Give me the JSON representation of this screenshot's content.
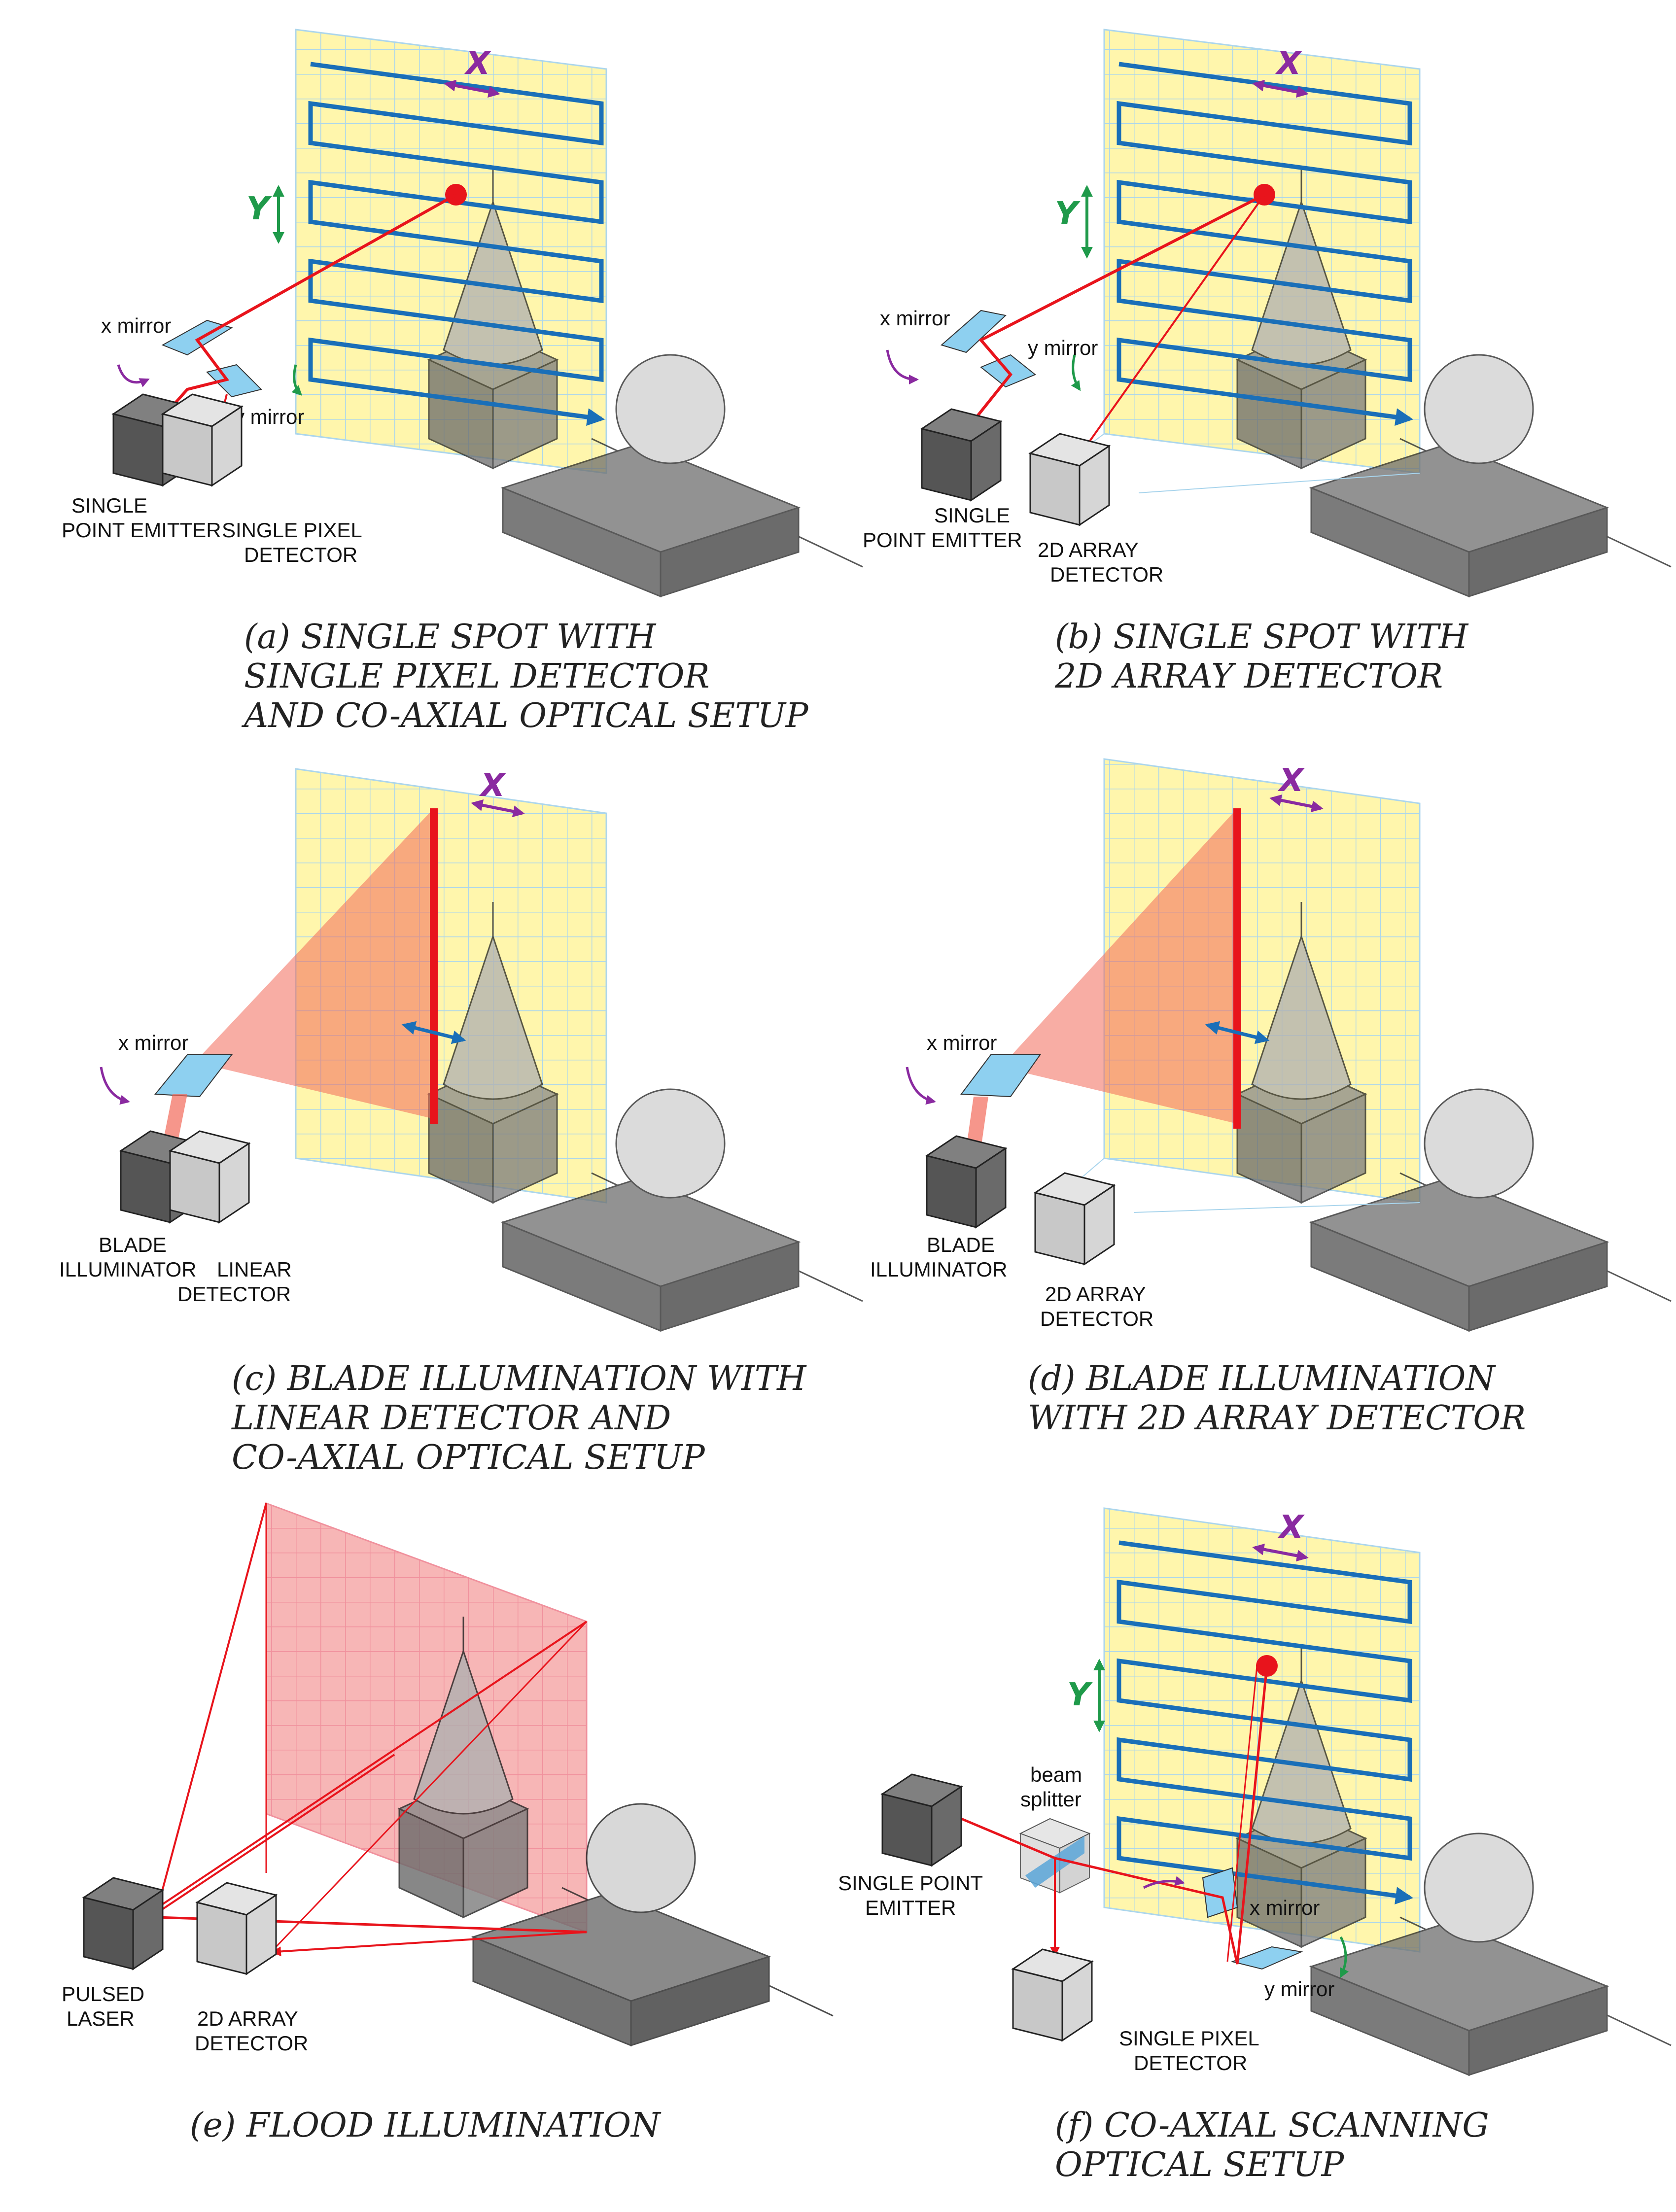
{
  "panels": {
    "a": {
      "caption": [
        "(a) SINGLE SPOT WITH",
        "SINGLE PIXEL DETECTOR",
        "AND CO-AXIAL OPTICAL SETUP"
      ],
      "labels": {
        "x_axis": "X",
        "y_axis": "Y",
        "x_mirror": "x mirror",
        "y_mirror": "y mirror",
        "emitter": [
          "SINGLE",
          "POINT EMITTER"
        ],
        "detector": [
          "SINGLE PIXEL",
          "DETECTOR"
        ]
      }
    },
    "b": {
      "caption": [
        "(b) SINGLE SPOT WITH",
        "2D ARRAY DETECTOR"
      ],
      "labels": {
        "x_axis": "X",
        "y_axis": "Y",
        "x_mirror": "x mirror",
        "y_mirror": "y mirror",
        "emitter": [
          "SINGLE",
          "POINT EMITTER"
        ],
        "detector": [
          "2D ARRAY",
          "DETECTOR"
        ]
      }
    },
    "c": {
      "caption": [
        "(c) BLADE ILLUMINATION WITH",
        "LINEAR DETECTOR AND",
        "CO-AXIAL OPTICAL SETUP"
      ],
      "labels": {
        "x_axis": "X",
        "x_mirror": "x mirror",
        "emitter": [
          "BLADE",
          "ILLUMINATOR"
        ],
        "detector": [
          "LINEAR",
          "DETECTOR"
        ]
      }
    },
    "d": {
      "caption": [
        "(d) BLADE ILLUMINATION",
        "WITH 2D ARRAY DETECTOR"
      ],
      "labels": {
        "x_axis": "X",
        "x_mirror": "x mirror",
        "emitter": [
          "BLADE",
          "ILLUMINATOR"
        ],
        "detector": [
          "2D ARRAY",
          "DETECTOR"
        ]
      }
    },
    "e": {
      "caption": [
        "(e) FLOOD ILLUMINATION"
      ],
      "labels": {
        "emitter": [
          "PULSED",
          "LASER"
        ],
        "detector": [
          "2D ARRAY",
          "DETECTOR"
        ]
      }
    },
    "f": {
      "caption": [
        "(f) CO-AXIAL SCANNING",
        "OPTICAL SETUP"
      ],
      "labels": {
        "x_axis": "X",
        "y_axis": "Y",
        "x_mirror": "x mirror",
        "y_mirror": "y mirror",
        "splitter": [
          "beam",
          "splitter"
        ],
        "emitter": [
          "SINGLE POINT",
          "EMITTER"
        ],
        "detector": [
          "SINGLE PIXEL",
          "DETECTOR"
        ]
      }
    }
  },
  "colors": {
    "plane": "#fff6a8",
    "grid": "#a8d4ec",
    "scan": "#1a6fb8",
    "beam": "#e8141c",
    "axis_x": "#8a2aa0",
    "axis_y": "#1f9a4a",
    "mirror": "#8ed0f0",
    "blade": "#f26a5a",
    "box_dark": "#6a6a6a",
    "box_light": "#d4d4d4",
    "object_dark": "#5c5c5c",
    "sphere": "#cfcfcf"
  }
}
